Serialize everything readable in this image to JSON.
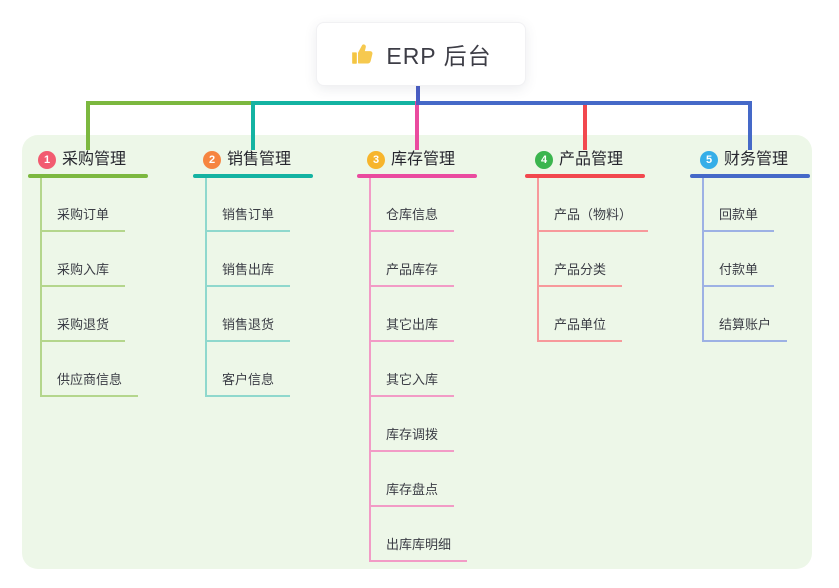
{
  "root": {
    "label": "ERP 后台",
    "icon": "thumbs-up-icon"
  },
  "colors": {
    "background": "#ffffff",
    "panel": "#edf7e8",
    "root_connector": "#4a5ec5"
  },
  "branches": [
    {
      "index": "1",
      "label": "采购管理",
      "badge_color": "#f25b70",
      "color": "#7cb83f",
      "color_light": "#b4d68c",
      "children": [
        {
          "label": "采购订单"
        },
        {
          "label": "采购入库"
        },
        {
          "label": "采购退货"
        },
        {
          "label": "供应商信息"
        }
      ]
    },
    {
      "index": "2",
      "label": "销售管理",
      "badge_color": "#f68540",
      "color": "#14b3a2",
      "color_light": "#8fd8cd",
      "children": [
        {
          "label": "销售订单"
        },
        {
          "label": "销售出库"
        },
        {
          "label": "销售退货"
        },
        {
          "label": "客户信息"
        }
      ]
    },
    {
      "index": "3",
      "label": "库存管理",
      "badge_color": "#f7b52c",
      "color": "#ea4b9f",
      "color_light": "#f29bc6",
      "children": [
        {
          "label": "仓库信息"
        },
        {
          "label": "产品库存"
        },
        {
          "label": "其它出库"
        },
        {
          "label": "其它入库"
        },
        {
          "label": "库存调拨"
        },
        {
          "label": "库存盘点"
        },
        {
          "label": "出库库明细"
        }
      ]
    },
    {
      "index": "4",
      "label": "产品管理",
      "badge_color": "#3bb54e",
      "color": "#f2484e",
      "color_light": "#f7999b",
      "children": [
        {
          "label": "产品（物料）"
        },
        {
          "label": "产品分类"
        },
        {
          "label": "产品单位"
        }
      ]
    },
    {
      "index": "5",
      "label": "财务管理",
      "badge_color": "#35aee8",
      "color": "#4569c8",
      "color_light": "#9db1e4",
      "children": [
        {
          "label": "回款单"
        },
        {
          "label": "付款单"
        },
        {
          "label": "结算账户"
        }
      ]
    }
  ]
}
